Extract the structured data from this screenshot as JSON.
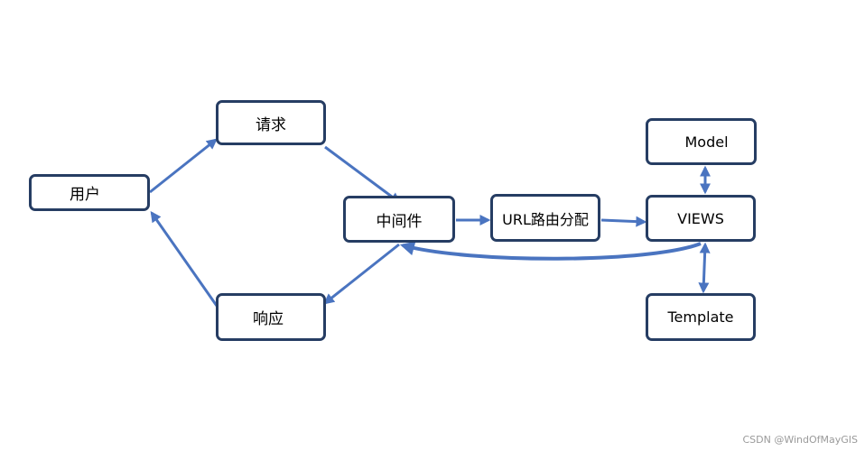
{
  "diagram": {
    "nodes": {
      "user": "用户",
      "request": "请求",
      "response": "响应",
      "middleware": "中间件",
      "url_routing": "URL路由分配",
      "views": "VIEWS",
      "model": "Model",
      "template": "Template"
    },
    "edges": [
      {
        "from": "user",
        "to": "request"
      },
      {
        "from": "request",
        "to": "middleware"
      },
      {
        "from": "middleware",
        "to": "url_routing"
      },
      {
        "from": "url_routing",
        "to": "views"
      },
      {
        "from": "views",
        "to": "model",
        "bidirectional": true
      },
      {
        "from": "views",
        "to": "template",
        "bidirectional": true
      },
      {
        "from": "views",
        "to": "middleware"
      },
      {
        "from": "middleware",
        "to": "response"
      },
      {
        "from": "response",
        "to": "user"
      }
    ],
    "colors": {
      "arrow": "#4a74c0",
      "box_border": "#263d63"
    }
  },
  "watermark": "CSDN @WindOfMayGIS"
}
